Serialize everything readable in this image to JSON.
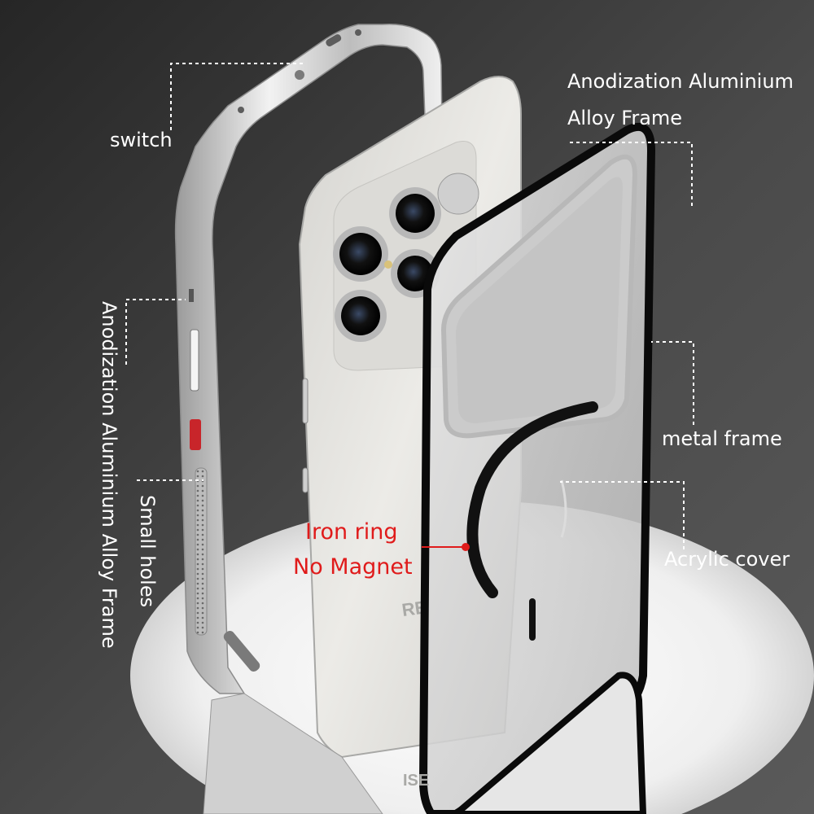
{
  "labels": {
    "switch": "switch",
    "anodization_title_line1": "Anodization Aluminium",
    "anodization_title_line2": "Alloy Frame",
    "metal_frame": "metal frame",
    "acrylic_cover": "Acrylic cover",
    "iron_ring_line1": "Iron ring",
    "iron_ring_line2": "No Magnet",
    "small_holes": "Small holes",
    "anodization_vertical": "Anodization Aluminium Alloy Frame"
  },
  "phone_text": {
    "brand_partial": "RE",
    "brand_reflection": "ISE"
  },
  "colors": {
    "background": "#3f3f3f",
    "label_text": "#ffffff",
    "accent_red": "#e01b1b",
    "frame_silver": "#d8d8d8",
    "phone_body": "#e4e3df",
    "cover_edge": "#0a0a0a",
    "volume_button": "#c8252a"
  }
}
